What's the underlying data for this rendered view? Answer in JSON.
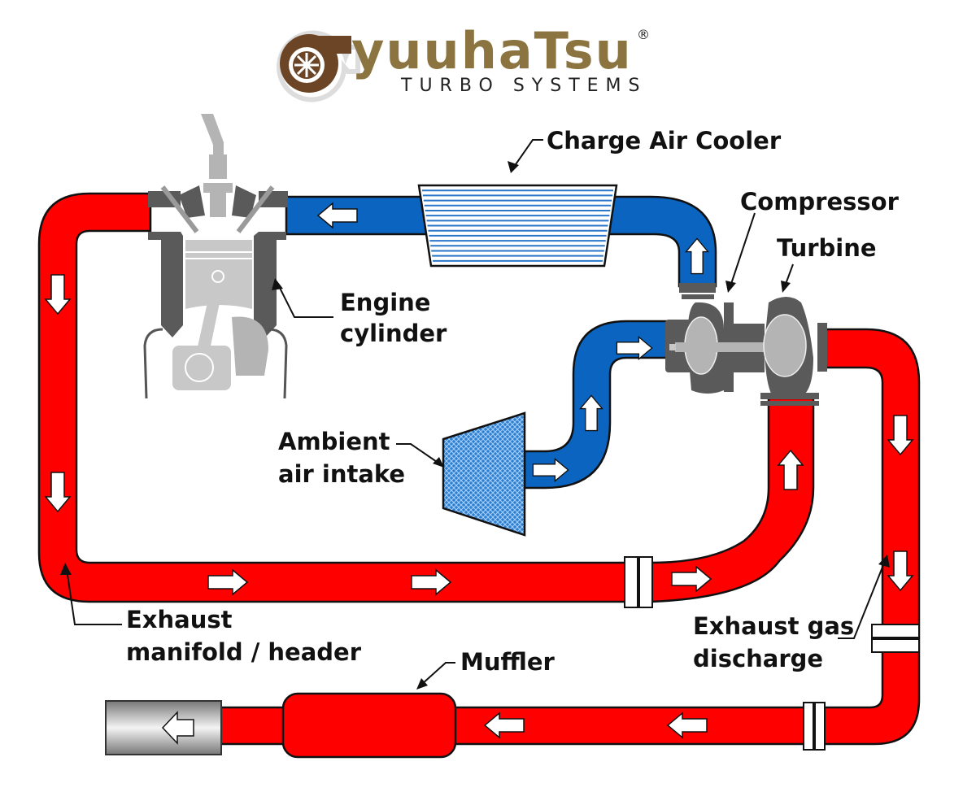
{
  "logo": {
    "brand": "yuuhaTsu",
    "tagline": "TURBO SYSTEMS",
    "registered_mark": "®",
    "brand_color": "#8c7441",
    "icon_color": "#6b4525"
  },
  "colors": {
    "exhaust": "#ff0000",
    "intake": "#0a64c0",
    "metal": "#5a5a5a",
    "light_metal": "#b4b4b4",
    "arrow_fill": "#ffffff",
    "outline": "#111111"
  },
  "labels": {
    "charge_air_cooler": "Charge Air Cooler",
    "compressor": "Compressor",
    "turbine": "Turbine",
    "engine_cylinder_1": "Engine",
    "engine_cylinder_2": "cylinder",
    "ambient_air_1": "Ambient",
    "ambient_air_2": "air intake",
    "exhaust_manifold_1": "Exhaust",
    "exhaust_manifold_2": "manifold / header",
    "exhaust_gas_1": "Exhaust gas",
    "exhaust_gas_2": "discharge",
    "muffler": "Muffler"
  },
  "flow": {
    "intake_path": [
      "Ambient air intake",
      "Compressor",
      "Charge Air Cooler",
      "Engine cylinder"
    ],
    "exhaust_path": [
      "Engine cylinder",
      "Exhaust manifold / header",
      "Turbine",
      "Exhaust gas discharge",
      "Muffler",
      "Tailpipe"
    ]
  }
}
